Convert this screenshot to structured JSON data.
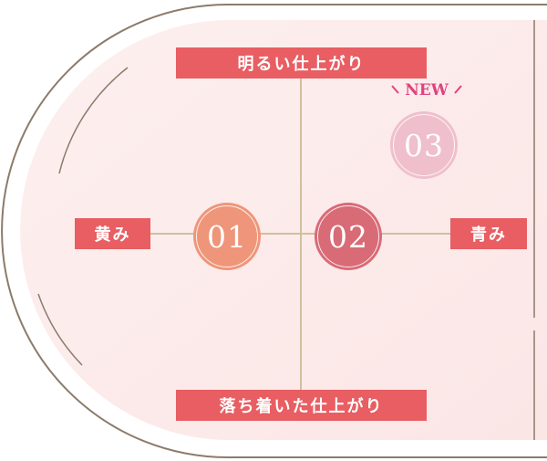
{
  "axis": {
    "top_label": "明るい仕上がり",
    "bottom_label": "落ち着いた仕上がり",
    "left_label": "黄み",
    "right_label": "青み"
  },
  "items": [
    {
      "number": "01",
      "color": "#ef9579"
    },
    {
      "number": "02",
      "color": "#d86b76"
    },
    {
      "number": "03",
      "color": "#efbfcc"
    }
  ],
  "badge": {
    "text": "NEW",
    "color": "#e0437f"
  },
  "colors": {
    "label_bg": "#e85e62",
    "axis_line": "#cfbf9f",
    "outline": "#8c7b6b",
    "panel_bg": "#fcecec"
  }
}
